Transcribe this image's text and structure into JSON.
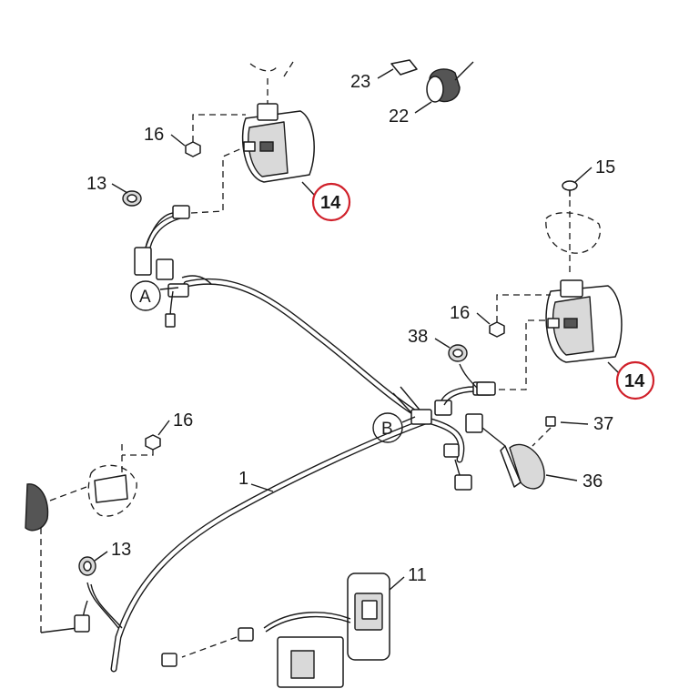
{
  "callouts": {
    "n1": "1",
    "n11": "11",
    "n13a": "13",
    "n13b": "13",
    "n14a": "14",
    "n14b": "14",
    "n15": "15",
    "n16a": "16",
    "n16b": "16",
    "n16c": "16",
    "n22": "22",
    "n23": "23",
    "n36": "36",
    "n37": "37",
    "n38": "38",
    "ref_a": "A",
    "ref_b": "B"
  },
  "colors": {
    "highlight_ring": "#d0202a",
    "line": "#1a1a1a"
  }
}
